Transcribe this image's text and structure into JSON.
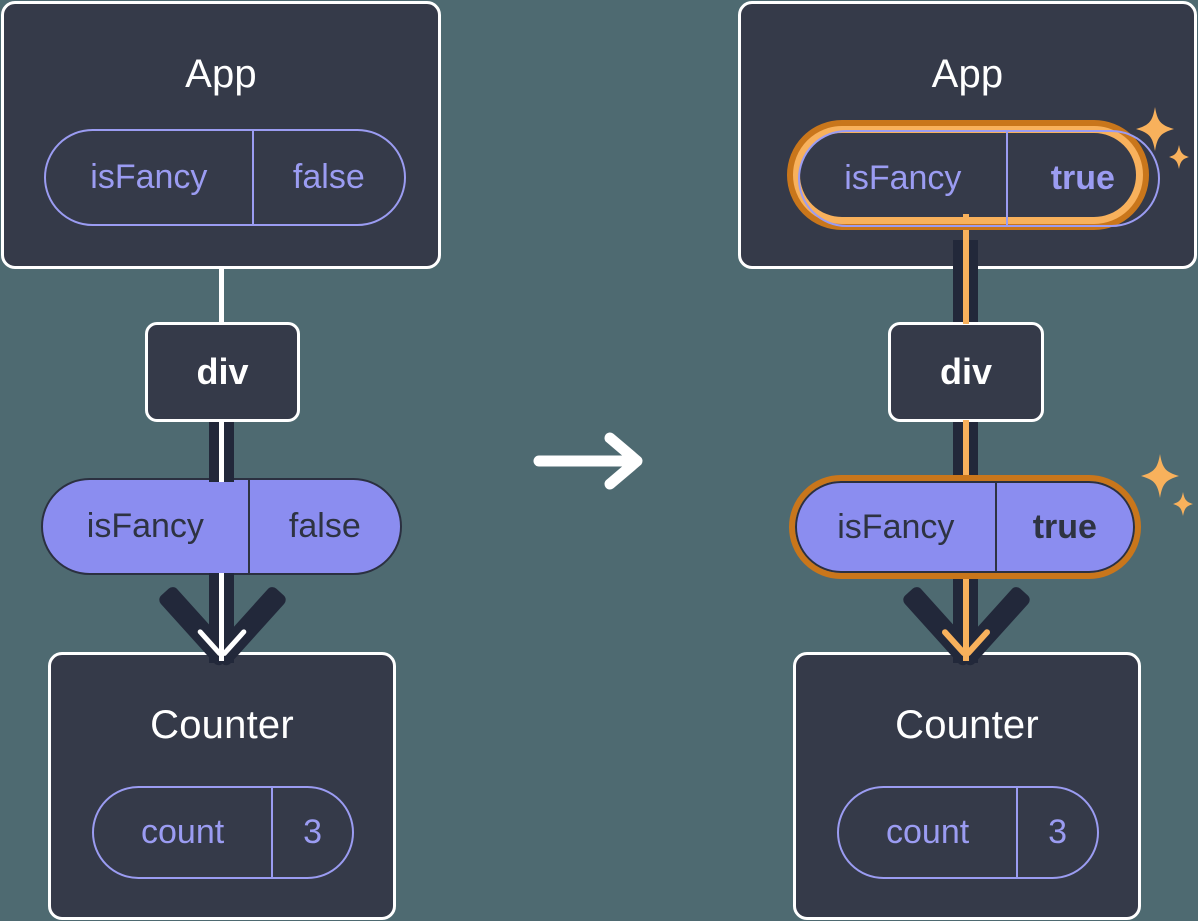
{
  "page": {
    "background_color": "#4e6a71",
    "card_background": "#353a49",
    "accent_purple": "#8b8df0",
    "accent_orange_dark": "#c9761b",
    "accent_orange_light": "#f8b15c",
    "wire_dark": "#22283a",
    "white": "#ffffff"
  },
  "left": {
    "app_card": {
      "title": "App",
      "state_pill": {
        "name": "isFancy",
        "value": "false"
      }
    },
    "element_node": {
      "label": "div"
    },
    "prop_pill": {
      "name": "isFancy",
      "value": "false"
    },
    "counter_card": {
      "title": "Counter",
      "state_pill": {
        "name": "count",
        "value": "3"
      }
    }
  },
  "transition": {
    "icon": "arrow-right-icon"
  },
  "right": {
    "app_card": {
      "title": "App",
      "state_pill": {
        "name": "isFancy",
        "value": "true",
        "highlighted": true
      }
    },
    "element_node": {
      "label": "div"
    },
    "prop_pill": {
      "name": "isFancy",
      "value": "true",
      "highlighted": true
    },
    "counter_card": {
      "title": "Counter",
      "state_pill": {
        "name": "count",
        "value": "3"
      }
    },
    "sparkles": [
      "sparkle-icon",
      "sparkle-icon"
    ]
  }
}
